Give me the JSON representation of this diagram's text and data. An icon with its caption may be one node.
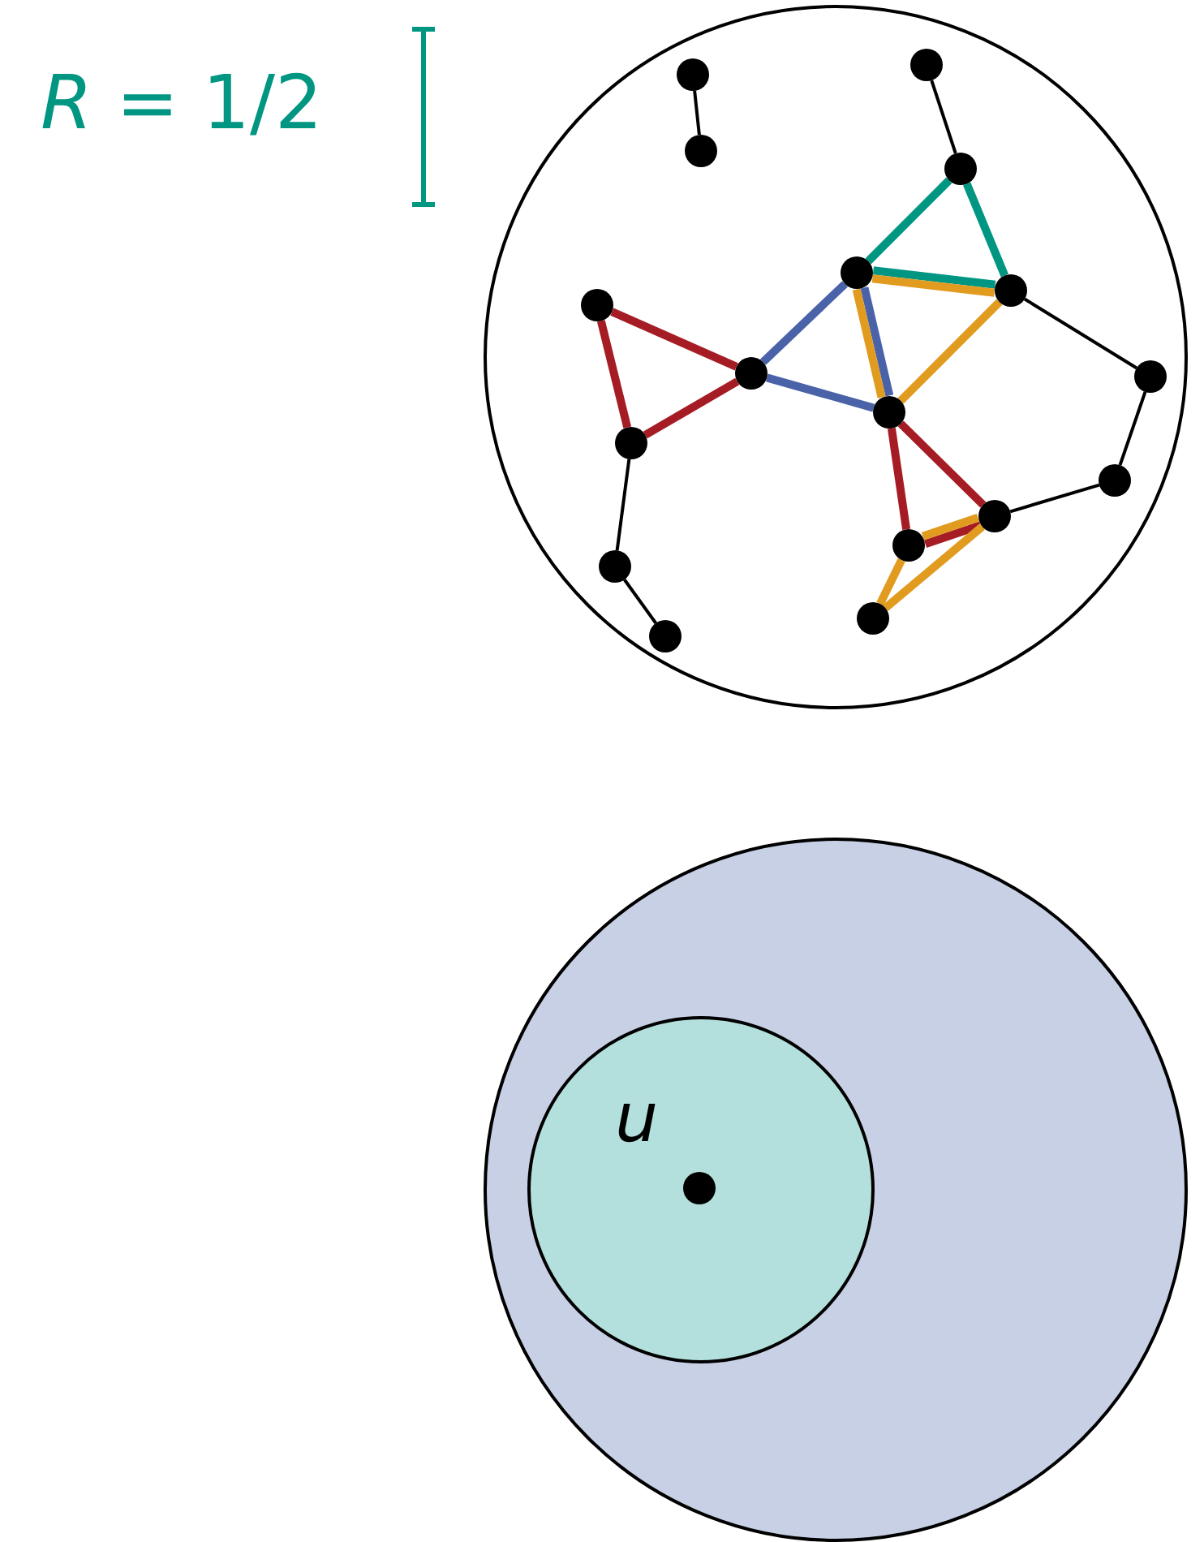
{
  "diagram": {
    "nodes": [
      {
        "text": [],
        "shape": "circle"
      },
      {
        "text": [],
        "shape": "circle",
        "in": 0
      },
      {
        "text": [],
        "shape": "circle",
        "in": 0
      },
      {
        "text": [],
        "shape": "circle",
        "in": 0
      },
      {
        "text": [],
        "shape": "circle",
        "in": 0
      },
      {
        "text": [],
        "shape": "circle",
        "in": 0
      },
      {
        "text": [],
        "shape": "circle",
        "in": 0
      },
      {
        "text": [],
        "shape": "circle",
        "in": 0
      },
      {
        "text": [],
        "shape": "circle",
        "in": 0
      },
      {
        "text": [],
        "shape": "circle",
        "in": 0
      },
      {
        "text": [],
        "shape": "circle",
        "in": 0
      },
      {
        "text": [],
        "shape": "circle",
        "in": 0
      },
      {
        "text": [],
        "shape": "circle",
        "in": 0
      },
      {
        "text": [],
        "shape": "circle",
        "in": 0
      },
      {
        "text": [],
        "shape": "circle",
        "in": 0
      },
      {
        "text": [],
        "shape": "circle",
        "in": 0
      },
      {
        "text": [],
        "shape": "circle",
        "in": 0
      },
      {
        "text": [],
        "shape": "circle",
        "in": 0
      },
      {
        "text": [],
        "shape": "circle"
      },
      {
        "text": [],
        "shape": "circle",
        "in": 18
      },
      {
        "text": [],
        "shape": "circle",
        "in": 19,
        "beside": [
          "*u*"
        ]
      }
    ],
    "edges": [
      {
        "from": 1,
        "to": 2,
        "arrow": "none",
        "color": "#000000"
      },
      {
        "from": 3,
        "to": 4,
        "arrow": "none",
        "color": "#000000"
      },
      {
        "from": 4,
        "to": 5,
        "arrow": "none",
        "color": "#009682"
      },
      {
        "from": 4,
        "to": 6,
        "arrow": "none",
        "color": "#009682"
      },
      {
        "from": 5,
        "to": 6,
        "arrow": "none",
        "color": "#009682"
      },
      {
        "from": 5,
        "to": 6,
        "arrow": "none",
        "color": "#e19b1e"
      },
      {
        "from": 5,
        "to": 8,
        "arrow": "none",
        "color": "#4a63a8"
      },
      {
        "from": 5,
        "to": 10,
        "arrow": "none",
        "color": "#4a63a8"
      },
      {
        "from": 8,
        "to": 10,
        "arrow": "none",
        "color": "#4a63a8"
      },
      {
        "from": 5,
        "to": 10,
        "arrow": "none",
        "color": "#e19b1e"
      },
      {
        "from": 6,
        "to": 10,
        "arrow": "none",
        "color": "#e19b1e"
      },
      {
        "from": 6,
        "to": 9,
        "arrow": "none",
        "color": "#000000"
      },
      {
        "from": 7,
        "to": 8,
        "arrow": "none",
        "color": "#a51c24"
      },
      {
        "from": 7,
        "to": 11,
        "arrow": "none",
        "color": "#a51c24"
      },
      {
        "from": 8,
        "to": 11,
        "arrow": "none",
        "color": "#a51c24"
      },
      {
        "from": 9,
        "to": 12,
        "arrow": "none",
        "color": "#000000"
      },
      {
        "from": 12,
        "to": 13,
        "arrow": "none",
        "color": "#000000"
      },
      {
        "from": 10,
        "to": 13,
        "arrow": "none",
        "color": "#a51c24"
      },
      {
        "from": 10,
        "to": 14,
        "arrow": "none",
        "color": "#a51c24"
      },
      {
        "from": 13,
        "to": 14,
        "arrow": "none",
        "color": "#a51c24"
      },
      {
        "from": 13,
        "to": 14,
        "arrow": "none",
        "color": "#e19b1e"
      },
      {
        "from": 14,
        "to": 16,
        "arrow": "none",
        "color": "#e19b1e"
      },
      {
        "from": 13,
        "to": 16,
        "arrow": "none",
        "color": "#e19b1e"
      },
      {
        "from": 11,
        "to": 15,
        "arrow": "none",
        "color": "#000000"
      },
      {
        "from": 15,
        "to": 17,
        "arrow": "none",
        "color": "#000000"
      }
    ],
    "labels": [
      "*R* = 1/2"
    ]
  }
}
